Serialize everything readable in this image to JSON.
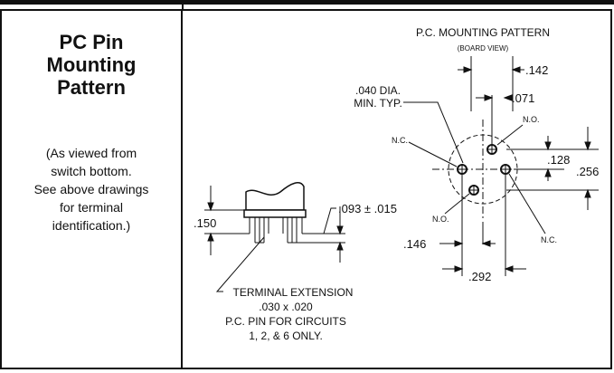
{
  "panel": {
    "title_lines": [
      "PC Pin",
      "Mounting",
      "Pattern"
    ],
    "desc_lines": [
      "(As viewed from",
      "switch bottom.",
      "See above drawings",
      "for terminal",
      "identification.)"
    ]
  },
  "diagram": {
    "pattern_title": "P.C. MOUNTING PATTERN",
    "pattern_subtitle": "(BOARD VIEW)",
    "dim_142": ".142",
    "dim_071": ".071",
    "dia_note_1": ".040 DIA.",
    "dia_note_2": "MIN. TYP.",
    "no_top": "N.O.",
    "nc_left": "N.C.",
    "no_bottom": "N.O.",
    "nc_right": "N.C.",
    "dim_128": ".128",
    "dim_256": ".256",
    "dim_146": ".146",
    "dim_292": ".292",
    "dim_150": ".150",
    "dim_093": ".093 ± .015",
    "term_1": "TERMINAL EXTENSION",
    "term_2": ".030 x .020",
    "term_3": "P.C. PIN FOR CIRCUITS",
    "term_4": "1, 2, & 6 ONLY."
  }
}
